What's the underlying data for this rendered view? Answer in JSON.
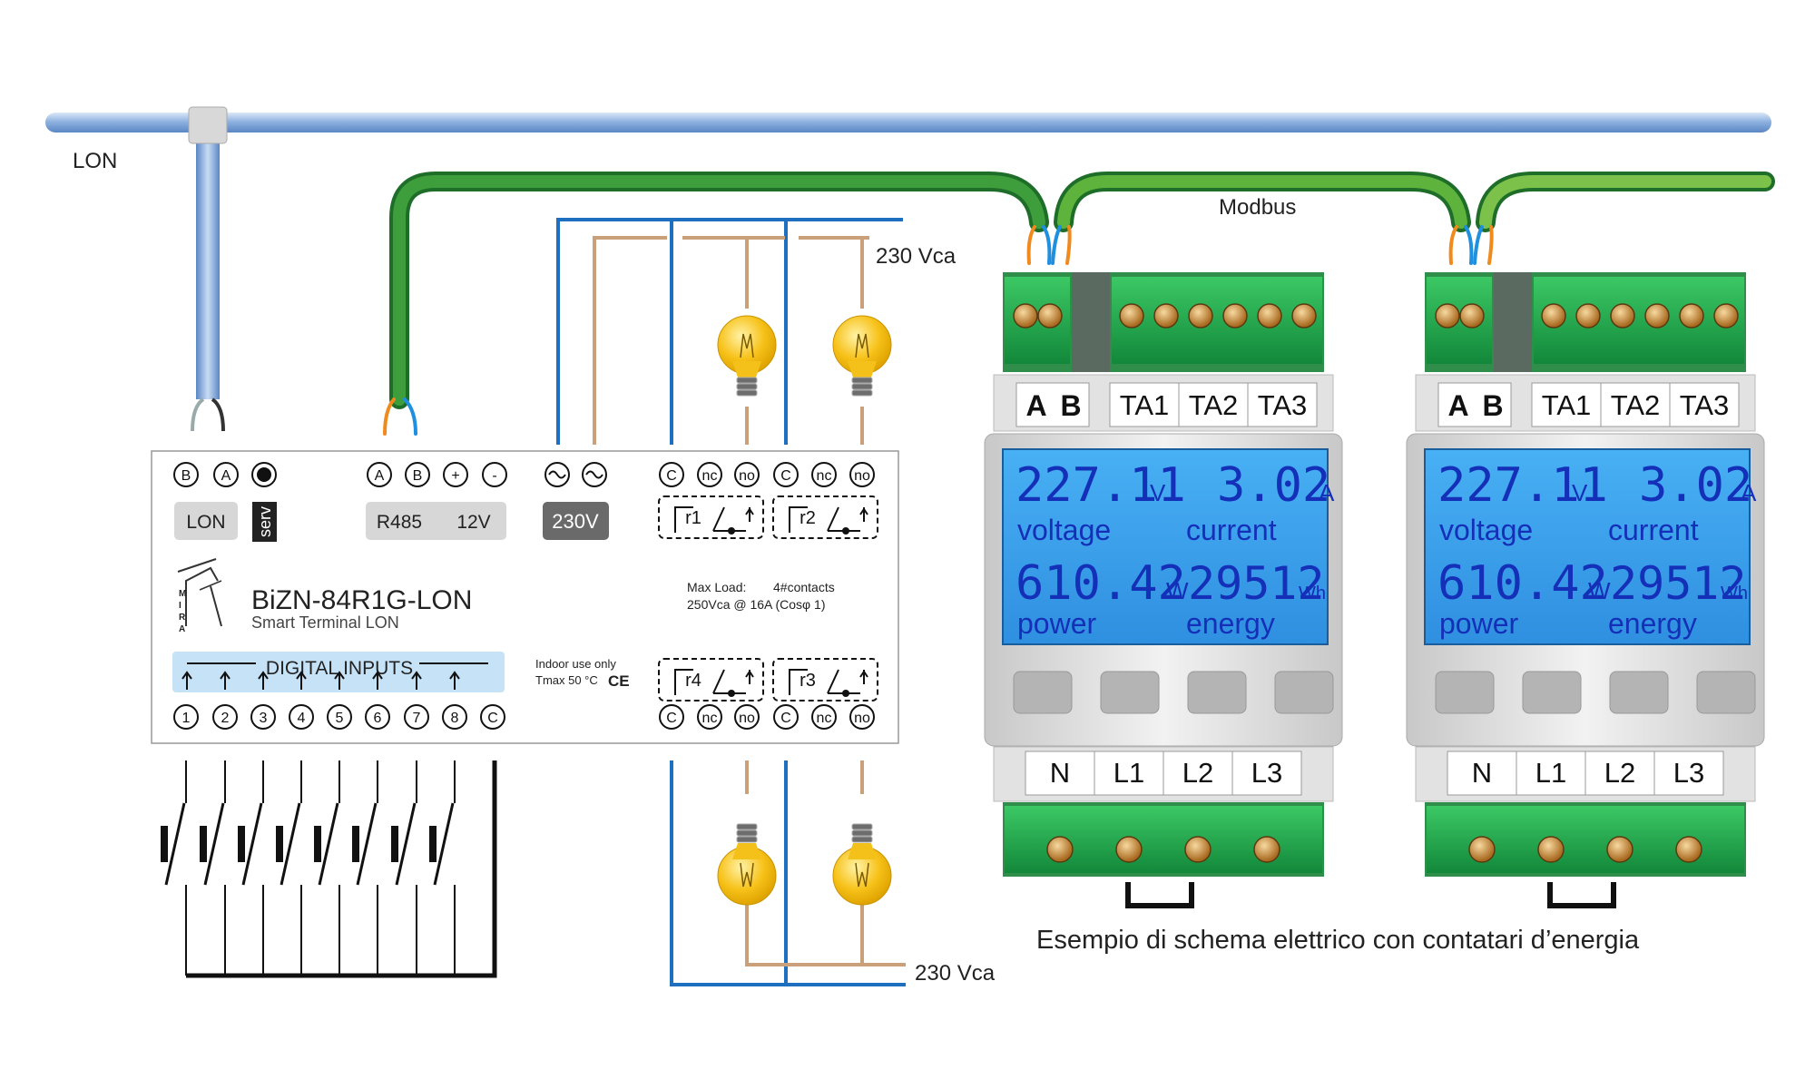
{
  "bus": {
    "lon_label": "LON",
    "modbus_label": "Modbus"
  },
  "supply": {
    "top_label": "230 Vca",
    "bottom_label": "230 Vca"
  },
  "module": {
    "lon_terminals": [
      "B",
      "A"
    ],
    "lon_button": "LON",
    "serv_label": "serv",
    "rs485_terminals": [
      "A",
      "B",
      "+",
      "-"
    ],
    "rs485_label": "R485",
    "supply_12v": "12V",
    "power_label": "230V",
    "relay_top_terminals": [
      "C",
      "nc",
      "no",
      "C",
      "nc",
      "no"
    ],
    "relay_bottom_terminals": [
      "C",
      "nc",
      "no",
      "C",
      "nc",
      "no"
    ],
    "relays": [
      "r1",
      "r2",
      "r4",
      "r3"
    ],
    "model": "BiZN-84R1G-LON",
    "subtitle": "Smart Terminal LON",
    "logo_letters": [
      "M",
      "I",
      "R",
      "A"
    ],
    "max_load_label": "Max Load:",
    "max_load_contacts": "4#contacts",
    "max_load_rating": "250Vca @ 16A (Cosφ 1)",
    "digital_inputs_label": "DIGITAL INPUTS",
    "input_terminals": [
      "1",
      "2",
      "3",
      "4",
      "5",
      "6",
      "7",
      "8",
      "C"
    ],
    "indoor_note": "Indoor use only",
    "tmax_note": "Tmax 50 °C",
    "ce_mark": "CE"
  },
  "meters": [
    {
      "top_labels": [
        "A",
        "B",
        "TA1",
        "TA2",
        "TA3"
      ],
      "voltage_value": "227.11",
      "voltage_unit": "V",
      "current_value": "3.02",
      "current_unit": "A",
      "voltage_label": "voltage",
      "current_label": "current",
      "power_value": "610.42",
      "power_unit": "W",
      "energy_value": "29512",
      "energy_unit": "Wh",
      "power_label": "power",
      "energy_label": "energy",
      "bottom_labels": [
        "N",
        "L1",
        "L2",
        "L3"
      ]
    },
    {
      "top_labels": [
        "A",
        "B",
        "TA1",
        "TA2",
        "TA3"
      ],
      "voltage_value": "227.11",
      "voltage_unit": "V",
      "current_value": "3.02",
      "current_unit": "A",
      "voltage_label": "voltage",
      "current_label": "current",
      "power_value": "610.42",
      "power_unit": "W",
      "energy_value": "29512",
      "energy_unit": "Wh",
      "power_label": "power",
      "energy_label": "energy",
      "bottom_labels": [
        "N",
        "L1",
        "L2",
        "L3"
      ]
    }
  ],
  "caption": "Esempio di schema elettrico con contatari d’energia",
  "colors": {
    "lon_bus": "#8fb3e0",
    "modbus_cable": "#2e8a3a",
    "neutral_wire": "#1f6fc0",
    "phase_wire": "#c9a07a",
    "lcd": "#3aa0ee",
    "lcd_text": "#1530b8",
    "terminal_green": "#1fa84a",
    "bulb": "#f7c21a"
  }
}
